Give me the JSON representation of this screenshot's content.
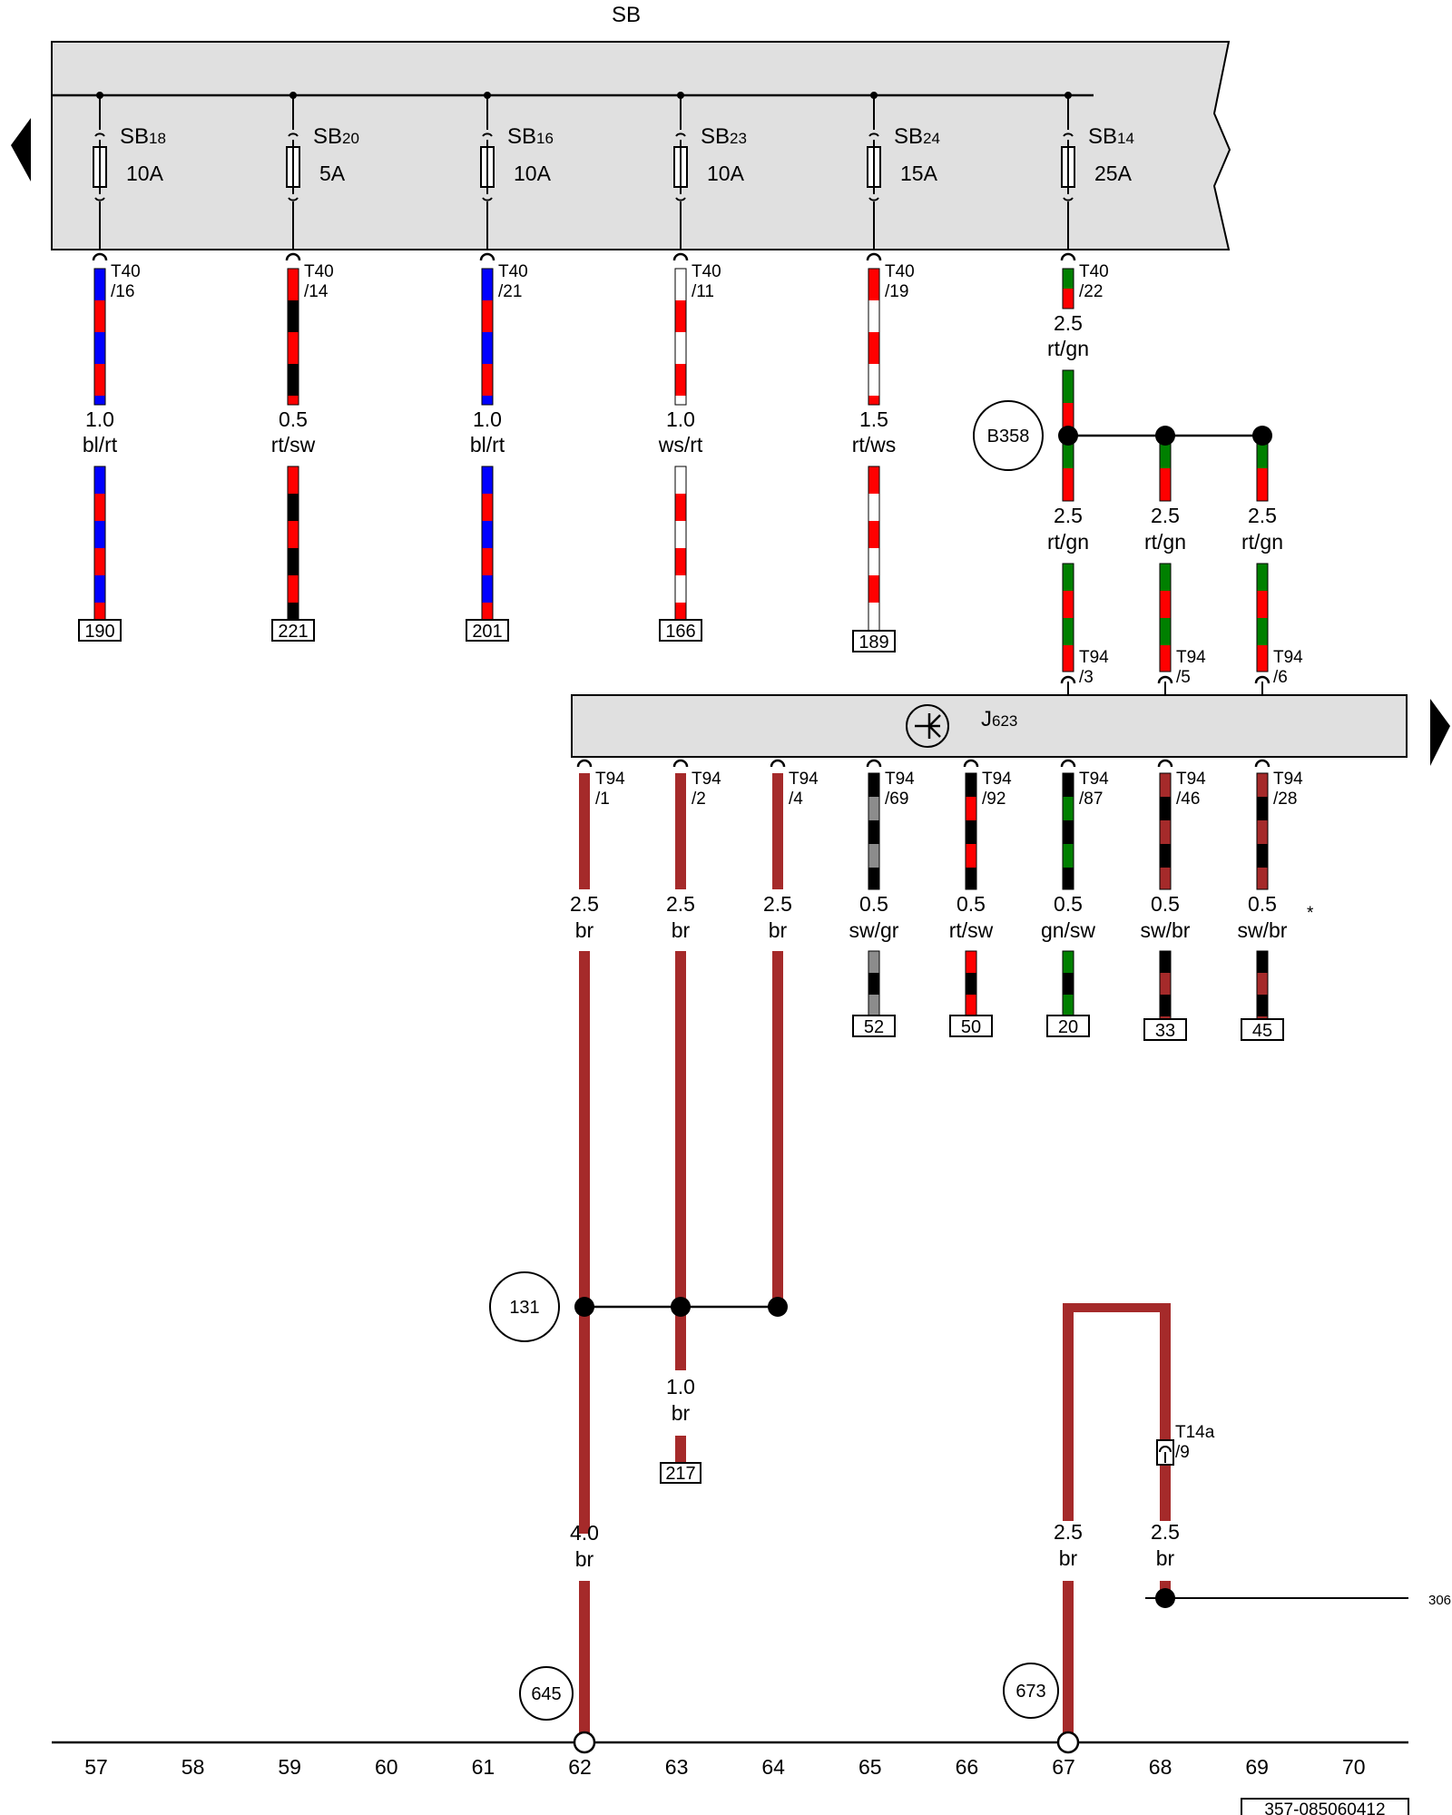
{
  "colors": {
    "rt": "#ff0000",
    "bl": "#0000ff",
    "sw": "#000000",
    "ws": "#ffffff",
    "gn": "#008000",
    "br": "#a52a2a",
    "gr": "#8c8c8c",
    "panel": "#e0e0e0",
    "line": "#000000"
  },
  "sb_bus": {
    "label": "SB"
  },
  "fuses": [
    {
      "name": "SB",
      "sub": "18",
      "rating": "10A",
      "pin_a": "T40",
      "pin_b": "/16",
      "size": "1.0",
      "color": "bl/rt",
      "colors": [
        "bl",
        "rt"
      ],
      "ref": "190"
    },
    {
      "name": "SB",
      "sub": "20",
      "rating": "5A",
      "pin_a": "T40",
      "pin_b": "/14",
      "size": "0.5",
      "color": "rt/sw",
      "colors": [
        "rt",
        "sw"
      ],
      "ref": "221"
    },
    {
      "name": "SB",
      "sub": "16",
      "rating": "10A",
      "pin_a": "T40",
      "pin_b": "/21",
      "size": "1.0",
      "color": "bl/rt",
      "colors": [
        "bl",
        "rt"
      ],
      "ref": "201"
    },
    {
      "name": "SB",
      "sub": "23",
      "rating": "10A",
      "pin_a": "T40",
      "pin_b": "/11",
      "size": "1.0",
      "color": "ws/rt",
      "colors": [
        "ws",
        "rt"
      ],
      "ref": "166"
    },
    {
      "name": "SB",
      "sub": "24",
      "rating": "15A",
      "pin_a": "T40",
      "pin_b": "/19",
      "size": "1.5",
      "color": "rt/ws",
      "colors": [
        "rt",
        "ws"
      ],
      "ref": "189"
    },
    {
      "name": "SB",
      "sub": "14",
      "rating": "25A",
      "pin_a": "T40",
      "pin_b": "/22",
      "size": "2.5",
      "color": "rt/gn",
      "colors": [
        "rt",
        "gn"
      ]
    }
  ],
  "splice_b358": {
    "label": "B358"
  },
  "b358_branches": [
    {
      "size": "2.5",
      "color": "rt/gn",
      "pin_a": "T94",
      "pin_b": "/3"
    },
    {
      "size": "2.5",
      "color": "rt/gn",
      "pin_a": "T94",
      "pin_b": "/5"
    },
    {
      "size": "2.5",
      "color": "rt/gn",
      "pin_a": "T94",
      "pin_b": "/6"
    }
  ],
  "ecu": {
    "name": "J",
    "sub": "623"
  },
  "ecu_outputs": [
    {
      "pin_a": "T94",
      "pin_b": "/1",
      "size": "2.5",
      "color": "br",
      "colors": [
        "br",
        "br"
      ]
    },
    {
      "pin_a": "T94",
      "pin_b": "/2",
      "size": "2.5",
      "color": "br",
      "colors": [
        "br",
        "br"
      ]
    },
    {
      "pin_a": "T94",
      "pin_b": "/4",
      "size": "2.5",
      "color": "br",
      "colors": [
        "br",
        "br"
      ]
    },
    {
      "pin_a": "T94",
      "pin_b": "/69",
      "size": "0.5",
      "color": "sw/gr",
      "colors": [
        "sw",
        "gr"
      ],
      "ref": "52"
    },
    {
      "pin_a": "T94",
      "pin_b": "/92",
      "size": "0.5",
      "color": "rt/sw",
      "colors": [
        "sw",
        "rt"
      ],
      "ref": "50"
    },
    {
      "pin_a": "T94",
      "pin_b": "/87",
      "size": "0.5",
      "color": "gn/sw",
      "colors": [
        "sw",
        "gn"
      ],
      "ref": "20"
    },
    {
      "pin_a": "T94",
      "pin_b": "/46",
      "size": "0.5",
      "color": "sw/br",
      "colors": [
        "br",
        "sw"
      ],
      "ref": "33"
    },
    {
      "pin_a": "T94",
      "pin_b": "/28",
      "size": "0.5",
      "color": "sw/br",
      "colors": [
        "br",
        "sw"
      ],
      "ref": "45"
    }
  ],
  "asterisk": "*",
  "splice_131": {
    "label": "131"
  },
  "wire_217": {
    "size": "1.0",
    "color": "br",
    "ref": "217"
  },
  "wire_645": {
    "size": "4.0",
    "color": "br"
  },
  "ground_645": {
    "label": "645"
  },
  "ground_673": {
    "label": "673"
  },
  "connector_t14a": {
    "pin_a": "T14a",
    "pin_b": "/9"
  },
  "wire_673_left": {
    "size": "2.5",
    "color": "br"
  },
  "wire_673_right": {
    "size": "2.5",
    "color": "br"
  },
  "ref_306": "306",
  "columns": [
    "57",
    "58",
    "59",
    "60",
    "61",
    "62",
    "63",
    "64",
    "65",
    "66",
    "67",
    "68",
    "69",
    "70"
  ],
  "doc_number": "357-085060412"
}
